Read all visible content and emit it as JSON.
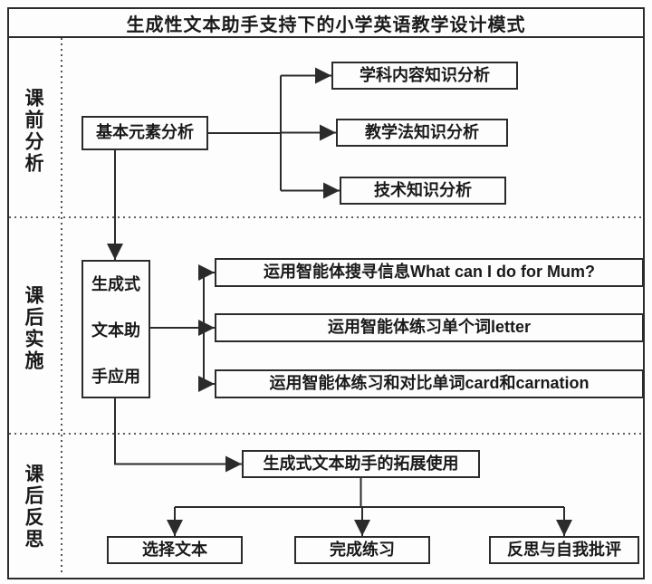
{
  "title": "生成性文本助手支持下的小学英语教学设计模式",
  "sections": [
    {
      "label": "课前分析"
    },
    {
      "label": "课后实施"
    },
    {
      "label": "课后反思"
    }
  ],
  "nodes": {
    "basic_elements": "基本元素分析",
    "subject_knowledge": "学科内容知识分析",
    "pedagogy_knowledge": "教学法知识分析",
    "tech_knowledge": "技术知识分析",
    "assistant_app": "生成式文本助手应用",
    "task_search": "运用智能体搜寻信息What can I do for Mum?",
    "task_word": "运用智能体练习单个词letter",
    "task_compare": "运用智能体练习和对比单词card和carnation",
    "extended_use": "生成式文本助手的拓展使用",
    "select_text": "选择文本",
    "complete_exercise": "完成练习",
    "self_reflection": "反思与自我批评"
  },
  "colors": {
    "line": "#2b2b2b",
    "background": "#fdfdfd"
  }
}
